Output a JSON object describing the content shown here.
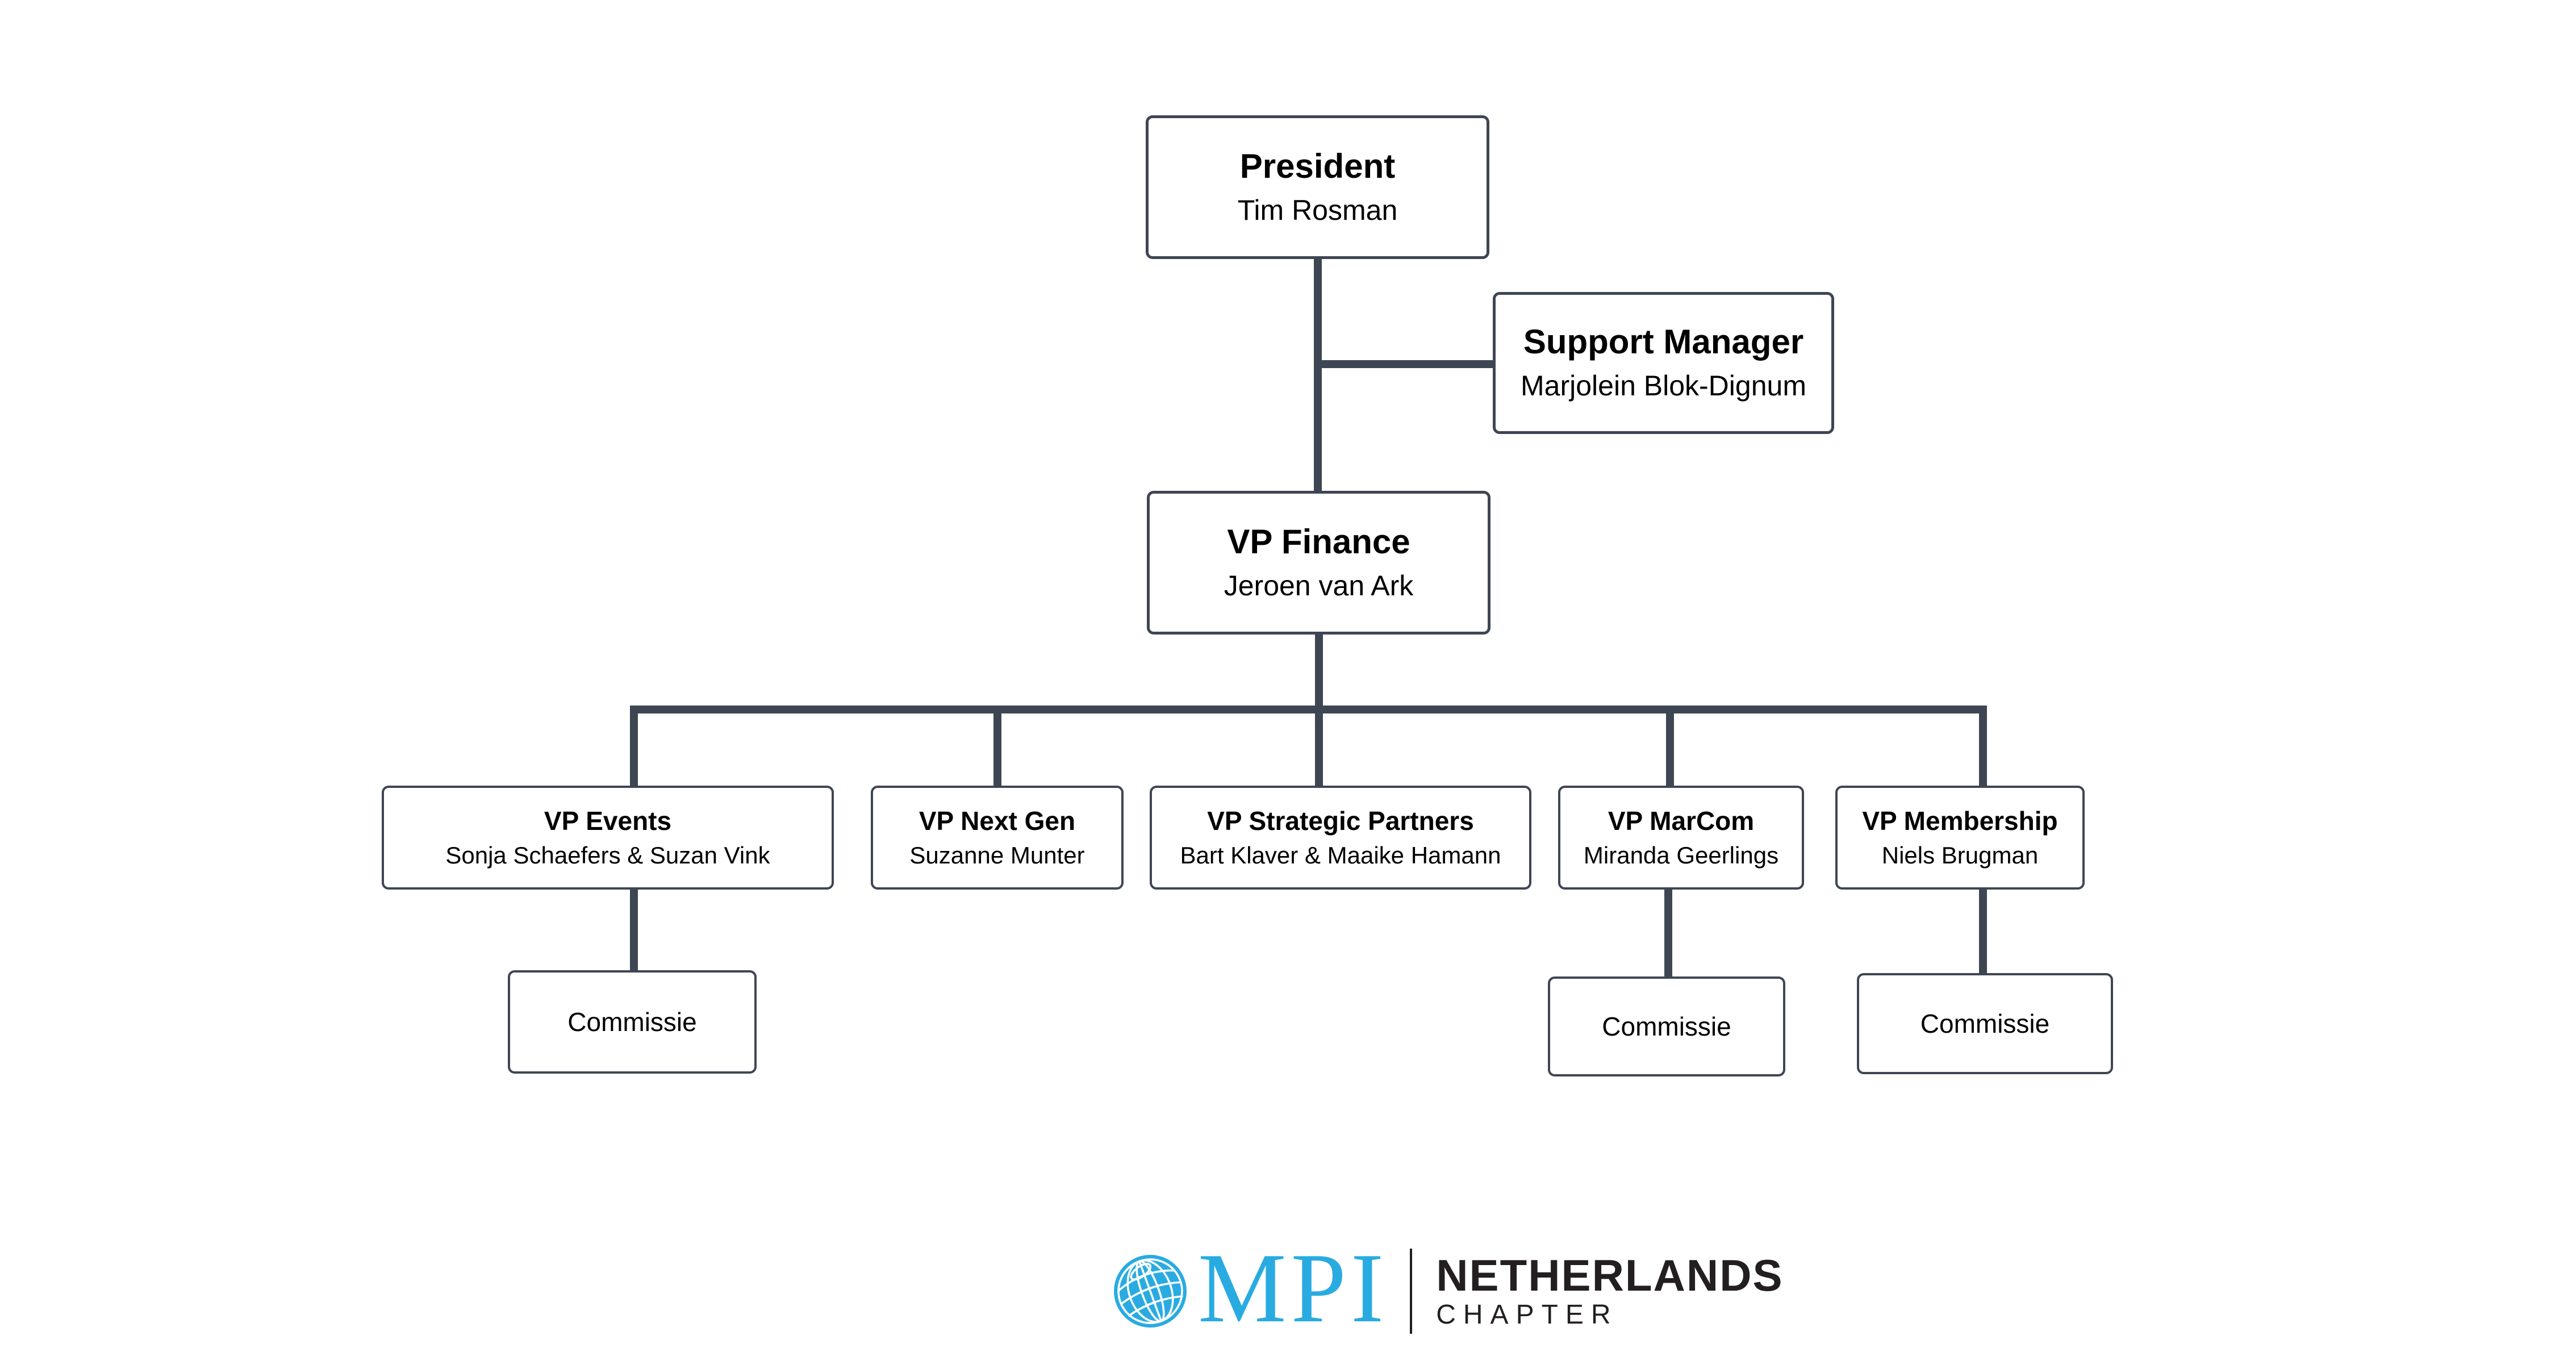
{
  "diagram": {
    "type": "org-chart",
    "background_color": "#ffffff",
    "line_color": "#3e4653",
    "box_border_color": "#3e4653",
    "text_color": "#000000"
  },
  "nodes": {
    "president": {
      "title": "President",
      "name": "Tim Rosman"
    },
    "support": {
      "title": "Support Manager",
      "name": "Marjolein Blok-Dignum"
    },
    "finance": {
      "title": "VP Finance",
      "name": "Jeroen van Ark"
    },
    "events": {
      "title": "VP Events",
      "name": "Sonja Schaefers & Suzan Vink"
    },
    "nextgen": {
      "title": "VP Next Gen",
      "name": "Suzanne Munter"
    },
    "strategic": {
      "title": "VP Strategic Partners",
      "name": "Bart Klaver & Maaike Hamann"
    },
    "marcom": {
      "title": "VP MarCom",
      "name": "Miranda Geerlings"
    },
    "membership": {
      "title": "VP Membership",
      "name": "Niels Brugman"
    },
    "commissie_events": {
      "title": "Commissie"
    },
    "commissie_marcom": {
      "title": "Commissie"
    },
    "commissie_membership": {
      "title": "Commissie"
    }
  },
  "logo": {
    "acronym": "MPI",
    "region": "NETHERLANDS",
    "sub": "CHAPTER",
    "brand_color": "#29abe2",
    "text_color": "#231f20"
  }
}
